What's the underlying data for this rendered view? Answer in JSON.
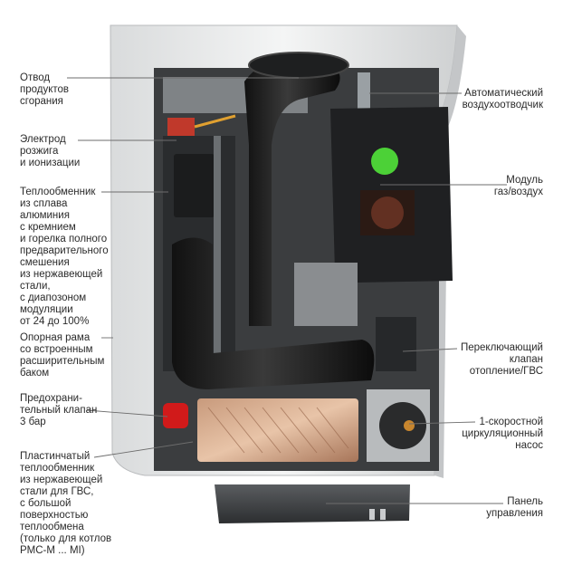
{
  "labels_left": [
    {
      "id": "flue",
      "text": "Отвод\nпродуктов\nсгорания"
    },
    {
      "id": "electrode",
      "text": "Электрод\nрозжига\nи ионизации"
    },
    {
      "id": "heat-exchanger",
      "text": "Теплообменник\nиз сплава\nалюминия\nс кремнием\nи горелка полного\nпредварительного\nсмешения\nиз нержавеющей\nстали,\nс диапозоном\nмодуляции\nот 24 до 100%"
    },
    {
      "id": "frame",
      "text": "Опорная рама\nсо встроенным\nрасширительным\nбаком"
    },
    {
      "id": "safety-valve",
      "text": "Предохрани-\nтельный клапан\n3 бар"
    },
    {
      "id": "plate-exchanger",
      "text": "Пластинчатый\nтеплообменник\nиз нержавеющей\nстали для ГВС,\nс большой\nповерхностью\nтеплообмена\n(только для котлов\nPMC-M ... MI)"
    }
  ],
  "labels_right": [
    {
      "id": "air-vent",
      "text": "Автоматический\nвоздухоотводчик"
    },
    {
      "id": "gas-air-module",
      "text": "Модуль\nгаз/воздух"
    },
    {
      "id": "switch-valve",
      "text": "Переключающий\nклапан\nотопление/ГВС"
    },
    {
      "id": "pump",
      "text": "1-скоростной\nциркуляционный\nнасос"
    },
    {
      "id": "control-panel",
      "text": "Панель\nуправления"
    }
  ]
}
